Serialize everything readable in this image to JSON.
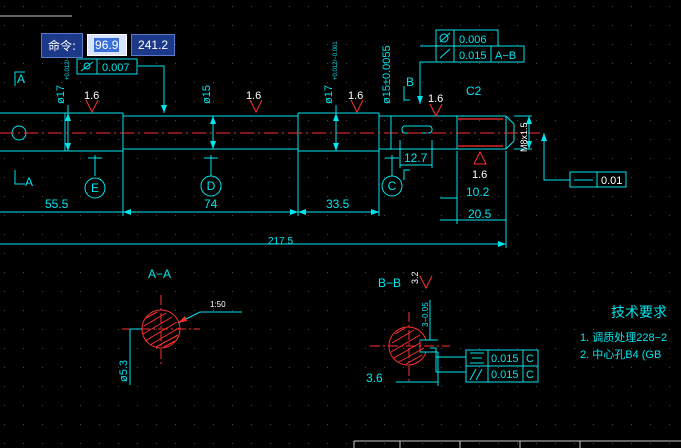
{
  "dynamic_input": {
    "prompt": "命令:",
    "value_1": "96.9",
    "value_2": "241.2"
  },
  "dimensions": {
    "dia_left_top": "ø17",
    "dia_left_tol": "+0.012/−0.001",
    "dia_mid": "ø15",
    "dia_right": "ø17",
    "dia_right_tol": "+0.012/−0.001",
    "dia_15_tol": "ø15±0.0055",
    "len_55_5": "55.5",
    "len_74": "74",
    "len_33_5": "33.5",
    "len_217_5": "217.5",
    "len_12_7": "12.7",
    "len_10_2": "10.2",
    "len_20_5": "20.5",
    "thread": "M8x1.5",
    "chamfer": "C2",
    "dia_5_3": "ø5.3",
    "kw_depth": "3−0.05",
    "kw_width": "3.6",
    "sect_a": "A−A",
    "sect_b": "B−B",
    "scale": "1:50"
  },
  "roughness": {
    "r1": "1.6",
    "r2": "1.6",
    "r3": "1.6",
    "r4": "1.6",
    "r5": "1.6",
    "r6": "3.2"
  },
  "datums": {
    "e": "E",
    "d": "D",
    "c": "C",
    "a_top": "A",
    "a_bot": "A",
    "b_top": "B"
  },
  "tolerances": {
    "runout_left": "0.007",
    "runout_top": "0.006",
    "runout_top2": "0.015",
    "runout_top2_ref": "A−B",
    "straight_right": "0.01",
    "sym_val": "0.015",
    "sym_ref": "C",
    "par_val": "0.015",
    "par_ref": "C"
  },
  "notes": {
    "title": "技术要求",
    "item1": "1. 调质处理228−2",
    "item2": "2. 中心孔B4 (GB"
  },
  "colors": {
    "bg": "#000000",
    "cyan": "#00e5ee",
    "red": "#ff3030",
    "white": "#ffffff",
    "grid": "#3a3a3a"
  }
}
